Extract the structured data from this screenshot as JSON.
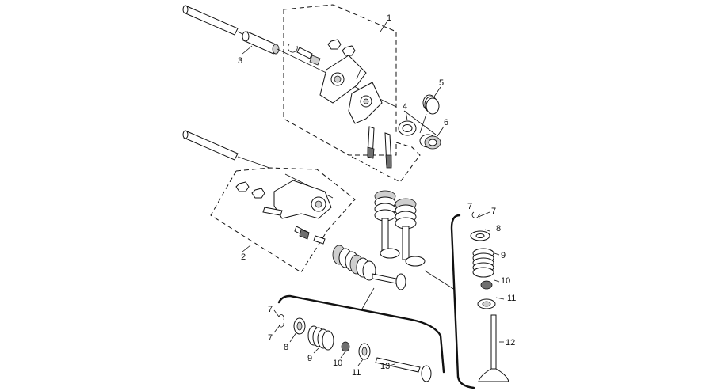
{
  "callouts": {
    "c1": "1",
    "c2": "2",
    "c3": "3",
    "c4": "4",
    "c5": "5",
    "c6": "6",
    "c7a": "7",
    "c7b": "7",
    "c8a": "8",
    "c9a": "9",
    "c10a": "10",
    "c11a": "11",
    "c12": "12",
    "c7c": "7",
    "c7d": "7",
    "c8b": "8",
    "c9b": "9",
    "c10b": "10",
    "c11b": "11",
    "c13": "13"
  },
  "colors": {
    "line": "#111111",
    "shade": "#cfcfcf",
    "background": "#ffffff"
  }
}
